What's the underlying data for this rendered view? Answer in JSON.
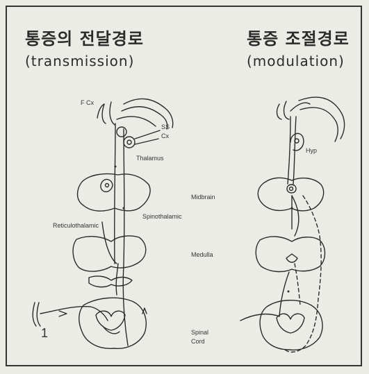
{
  "left_panel": {
    "title_ko": "통증의 전달경로",
    "title_en": "(transmission)",
    "labels": {
      "fcx": "F Cx",
      "ss": "SS",
      "cx": "Cx",
      "thalamus": "Thalamus",
      "midbrain": "Midbrain",
      "spinothalamic": "Spinothalamic",
      "reticulothalamic": "Reticulothalamic",
      "medulla": "Medulla",
      "spinal": "Spinal",
      "cord": "Cord",
      "step": "1"
    }
  },
  "right_panel": {
    "title_ko": "통증 조절경로",
    "title_en": "(modulation)",
    "labels": {
      "hyp": "Hyp"
    }
  }
}
